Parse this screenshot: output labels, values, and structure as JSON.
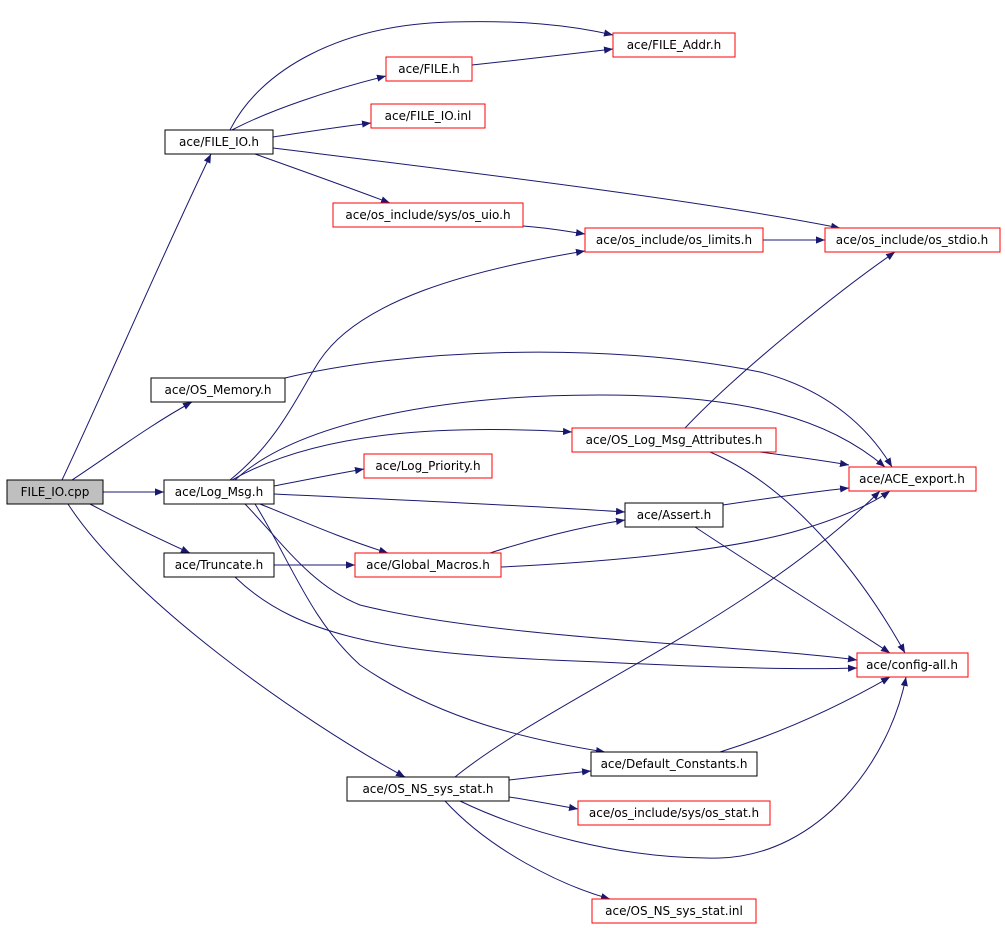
{
  "graph": {
    "colors": {
      "edge": "#191970",
      "root_fill": "#bfbfbf",
      "node_fill": "#ffffff",
      "text": "#000000",
      "border_black": "#000000",
      "border_red": "#ff0000"
    },
    "nodes": {
      "file_io_cpp": "FILE_IO.cpp",
      "file_io_h": "ace/FILE_IO.h",
      "file_h": "ace/FILE.h",
      "file_addr_h": "ace/FILE_Addr.h",
      "file_io_inl": "ace/FILE_IO.inl",
      "os_uio_h": "ace/os_include/sys/os_uio.h",
      "os_limits_h": "ace/os_include/os_limits.h",
      "os_stdio_h": "ace/os_include/os_stdio.h",
      "os_memory_h": "ace/OS_Memory.h",
      "os_log_msg_attributes_h": "ace/OS_Log_Msg_Attributes.h",
      "log_priority_h": "ace/Log_Priority.h",
      "log_msg_h": "ace/Log_Msg.h",
      "ace_export_h": "ace/ACE_export.h",
      "assert_h": "ace/Assert.h",
      "truncate_h": "ace/Truncate.h",
      "global_macros_h": "ace/Global_Macros.h",
      "config_all_h": "ace/config-all.h",
      "default_constants_h": "ace/Default_Constants.h",
      "os_ns_sys_stat_h": "ace/OS_NS_sys_stat.h",
      "os_stat_h": "ace/os_include/sys/os_stat.h",
      "os_ns_sys_stat_inl": "ace/OS_NS_sys_stat.inl"
    }
  }
}
